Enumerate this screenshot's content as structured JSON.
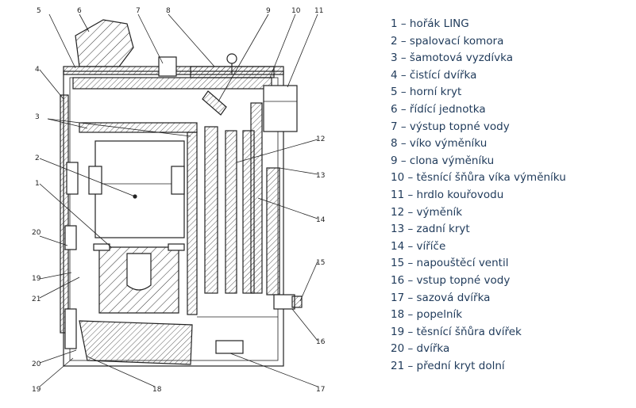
{
  "legend": [
    "1 – hořák LING",
    "2 – spalovací komora",
    "3 – šamotová vyzdívka",
    "4 – čistící dvířka",
    "5 – horní kryt",
    "6 – řídící jednotka",
    "7 – výstup topné vody",
    "8 – víko výměníku",
    "9 – clona výměníku",
    "10 – těsnící šňůra víka výměníku",
    "11 – hrdlo kouřovodu",
    "12 – výměník",
    "13 – zadní kryt",
    "14 – víříče",
    "15 – napouštěcí ventil",
    "16 – vstup topné vody",
    "17 – sazová dvířka",
    "18 – popelník",
    "19 – těsnící šňůra dvířek",
    "20 – dvířka",
    "21 – přední kryt dolní"
  ],
  "callouts": [
    "1",
    "2",
    "3",
    "4",
    "5",
    "6",
    "7",
    "8",
    "9",
    "10",
    "11",
    "12",
    "13",
    "14",
    "15",
    "16",
    "17",
    "18",
    "19",
    "20",
    "21"
  ],
  "colors": {
    "legend_text": "#1f3a5a",
    "line": "#222222"
  }
}
